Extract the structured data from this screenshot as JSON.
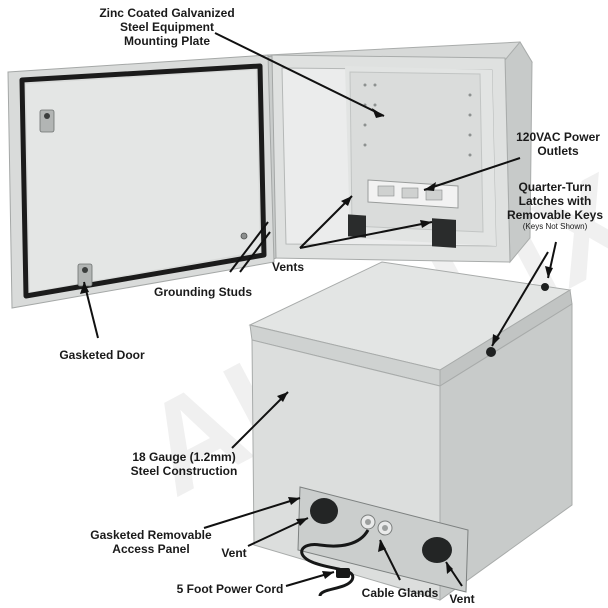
{
  "watermark": "ALTELIX",
  "callouts": {
    "mounting_plate": [
      "Zinc Coated Galvanized",
      "Steel Equipment",
      "Mounting Plate"
    ],
    "power_outlets": [
      "120VAC Power",
      "Outlets"
    ],
    "latches": [
      "Quarter-Turn",
      "Latches with",
      "Removable Keys"
    ],
    "latches_note": "(Keys Not Shown)",
    "vents_top": "Vents",
    "grounding_studs": "Grounding Studs",
    "gasketed_door": "Gasketed Door",
    "steel_construction": [
      "18 Gauge (1.2mm)",
      "Steel Construction"
    ],
    "access_panel": [
      "Gasketed Removable",
      "Access Panel"
    ],
    "vent_left": "Vent",
    "power_cord": "5 Foot Power Cord",
    "cable_glands": "Cable Glands",
    "vent_right": "Vent"
  },
  "colors": {
    "enclosure": "#dcdedd",
    "enclosure_dark": "#b9bcbb",
    "interior": "#e6e7e6",
    "gasket": "#1b1b1b",
    "text": "#1a1a1a"
  }
}
